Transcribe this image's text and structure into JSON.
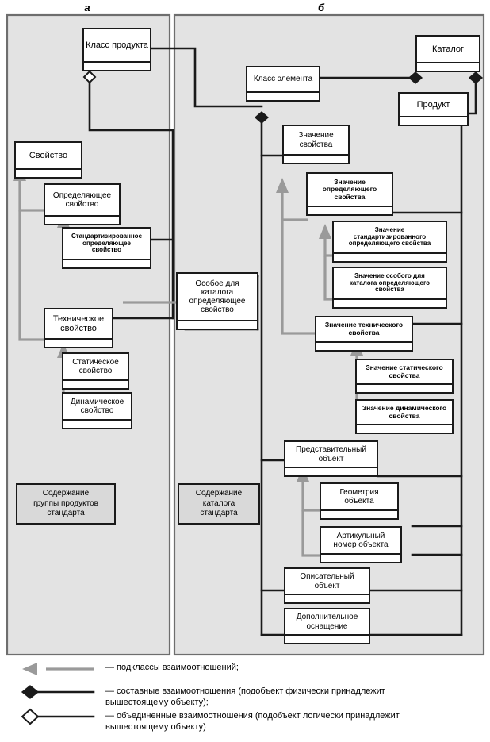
{
  "figure": {
    "panels": [
      {
        "letter": "а",
        "note": "Содержание\nгруппы продуктов\nстандарта"
      },
      {
        "letter": "б",
        "note": "Содержание\nкаталога\nстандарта"
      }
    ]
  },
  "panel_a": {
    "letter": "а",
    "boxes": [
      {
        "id": "product-class",
        "label": "Класс продукта"
      },
      {
        "id": "property",
        "label": "Свойство"
      },
      {
        "id": "defining-property",
        "label": "Определяющее\nсвойство"
      },
      {
        "id": "standardized-defining-property",
        "label": "Стандартизированное\nопределяющее\nсвойство"
      },
      {
        "id": "technical-property",
        "label": "Техническое\nсвойство"
      },
      {
        "id": "static-property",
        "label": "Статическое\nсвойство"
      },
      {
        "id": "dynamic-property",
        "label": "Динамическое\nсвойство"
      }
    ],
    "note": "Содержание\nгруппы продуктов\nстандарта"
  },
  "panel_b": {
    "letter": "б",
    "boxes": [
      {
        "id": "catalog",
        "label": "Каталог"
      },
      {
        "id": "element-class",
        "label": "Класс элемента"
      },
      {
        "id": "product",
        "label": "Продукт"
      },
      {
        "id": "property-value",
        "label": "Значение\nсвойства"
      },
      {
        "id": "defining-property-value",
        "label": "Значение\nопределяющего\nсвойства"
      },
      {
        "id": "standardized-defining-property-value",
        "label": "Значение\nстандартизированного\nопределяющего свойства"
      },
      {
        "id": "catalog-specific-defining-property-value",
        "label": "Значение особого для\nкаталога определяющего\nсвойства"
      },
      {
        "id": "technical-property-value",
        "label": "Значение технического\nсвойства"
      },
      {
        "id": "static-property-value",
        "label": "Значение статического\nсвойства"
      },
      {
        "id": "dynamic-property-value",
        "label": "Значение динамического\nсвойства"
      },
      {
        "id": "representative-object",
        "label": "Представительный\nобъект"
      },
      {
        "id": "object-geometry",
        "label": "Геометрия\nобъекта"
      },
      {
        "id": "object-article-number",
        "label": "Артикульный\nномер объекта"
      },
      {
        "id": "descriptive-object",
        "label": "Описательный\nобъект"
      },
      {
        "id": "additional-equipment",
        "label": "Дополнительное\nоснащение"
      }
    ],
    "note": "Содержание\nкаталога\nстандарта"
  },
  "shared": {
    "boxes": [
      {
        "id": "catalog-specific-defining-property",
        "label": "Особое для\nкаталога\nопределяющее\nсвойство"
      }
    ]
  },
  "legend": {
    "items": [
      {
        "symbol": "gray-arrow",
        "text": "— подклассы взаимоотношений;"
      },
      {
        "symbol": "filled-diamond",
        "text": "— составные взаимоотношения (подобъект физически принадлежит\n    вышестоящему объекту);"
      },
      {
        "symbol": "hollow-diamond",
        "text": "— объединенные взаимоотношения (подобъект логически принадлежит\n    вышестоящему объекту)"
      }
    ]
  },
  "colors": {
    "line": "#1a1a1a",
    "subclass_arrow": "#9a9a9a",
    "panel_fill": "#e3e3e3",
    "note_fill": "#d9d9d9",
    "box_fill": "#ffffff",
    "page_bg": "#ffffff"
  }
}
